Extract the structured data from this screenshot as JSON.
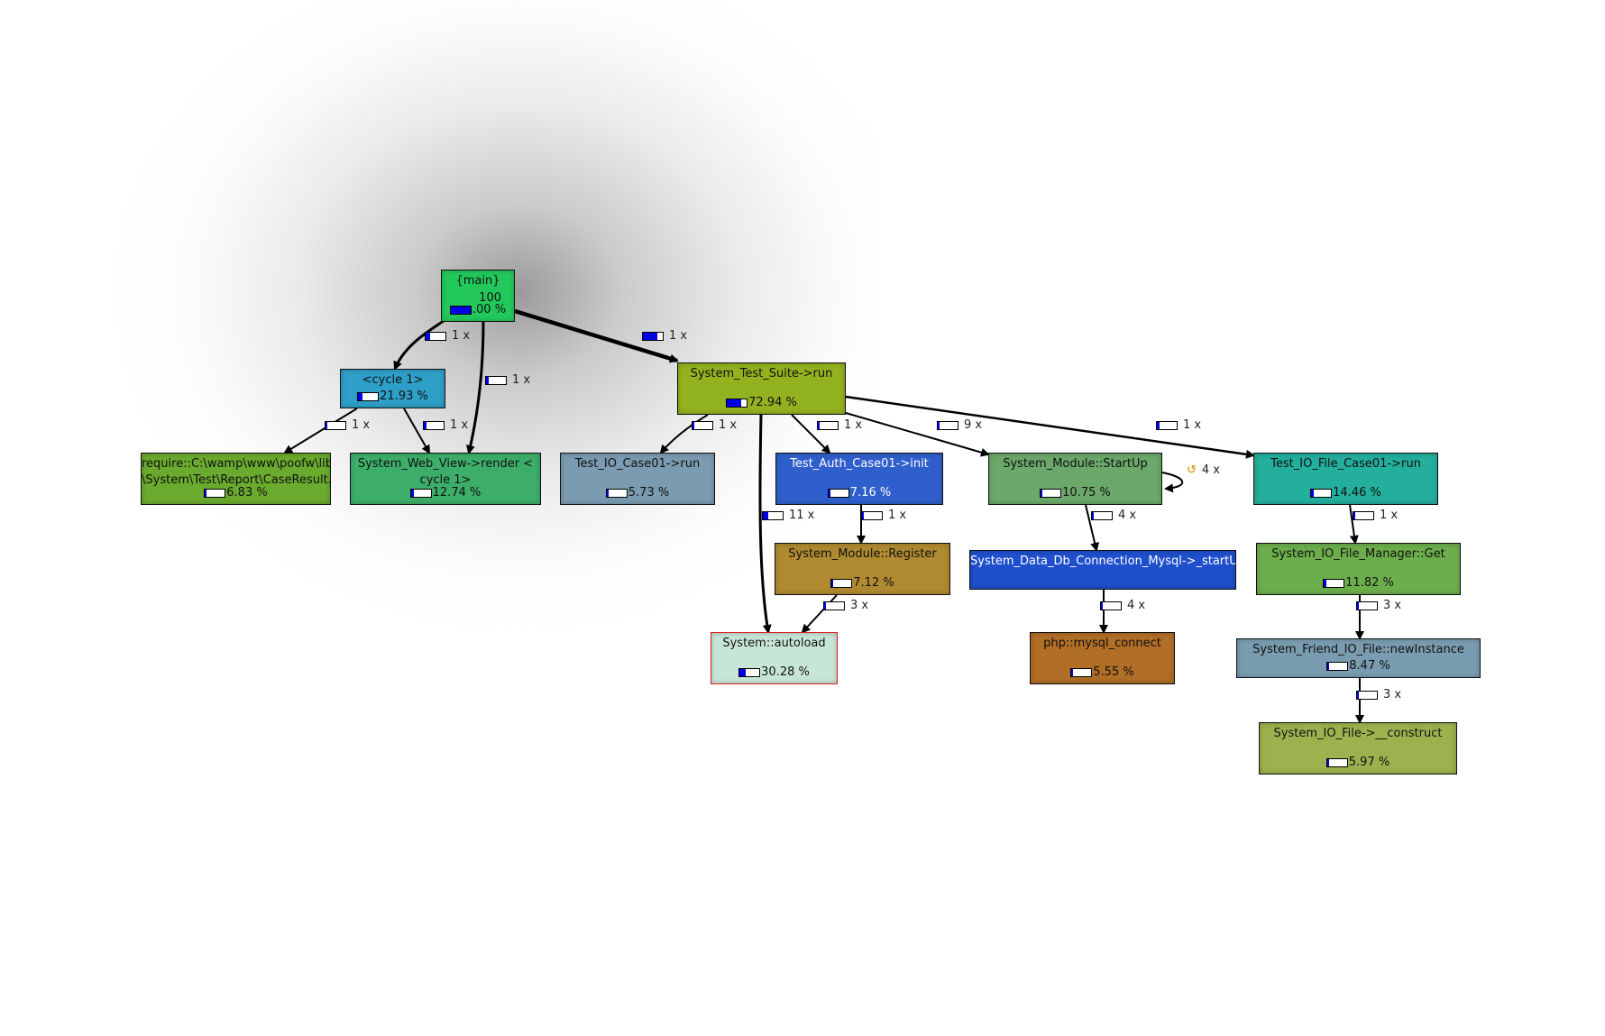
{
  "graph": {
    "nodes": [
      {
        "id": "main",
        "title": "{main}",
        "extra": "100",
        "pct_text": ".00 %",
        "fraction": 1.0,
        "color": "#22c95a"
      },
      {
        "id": "cycle1",
        "title": "<cycle 1>",
        "pct_text": "21.93 %",
        "fraction": 0.2193,
        "color": "#2e9fc8"
      },
      {
        "id": "require",
        "title": "require::C:\\wamp\\www\\poofw\\lib",
        "title2": "\\System\\Test\\Report\\CaseResult...",
        "pct_text": "6.83 %",
        "fraction": 0.0683,
        "color": "#6aaa2e"
      },
      {
        "id": "webview",
        "title": "System_Web_View->render  <",
        "title2": "cycle 1>",
        "pct_text": "12.74 %",
        "fraction": 0.1274,
        "color": "#3dae6a"
      },
      {
        "id": "suite",
        "title": "System_Test_Suite->run",
        "pct_text": "72.94 %",
        "fraction": 0.7294,
        "color": "#93b21f"
      },
      {
        "id": "iocase",
        "title": "Test_IO_Case01->run",
        "pct_text": "5.73 %",
        "fraction": 0.0573,
        "color": "#7a9bb0"
      },
      {
        "id": "auth",
        "title": "Test_Auth_Case01->init",
        "pct_text": "7.16 %",
        "fraction": 0.0716,
        "color": "#2f5fcc"
      },
      {
        "id": "startup",
        "title": "System_Module::StartUp",
        "pct_text": "10.75 %",
        "fraction": 0.1075,
        "color": "#6ba86a"
      },
      {
        "id": "iofilecase",
        "title": "Test_IO_File_Case01->run",
        "pct_text": "14.46 %",
        "fraction": 0.1446,
        "color": "#24ae9c"
      },
      {
        "id": "register",
        "title": "System_Module::Register",
        "pct_text": "7.12 %",
        "fraction": 0.0712,
        "color": "#b08a30"
      },
      {
        "id": "dbconn",
        "title": "System_Data_Db_Connection_Mysql->_startUp",
        "pct_text": "",
        "fraction": null,
        "color": "#1f4fcc"
      },
      {
        "id": "filemgr",
        "title": "System_IO_File_Manager::Get",
        "pct_text": "11.82 %",
        "fraction": 0.1182,
        "color": "#6dae4c"
      },
      {
        "id": "autoload",
        "title": "System::autoload",
        "pct_text": "30.28 %",
        "fraction": 0.3028,
        "color": "#c8e6d8",
        "border": "#dd2222"
      },
      {
        "id": "mysql",
        "title": "php::mysql_connect",
        "pct_text": "5.55 %",
        "fraction": 0.0555,
        "color": "#b06e26"
      },
      {
        "id": "newinst",
        "title": "System_Friend_IO_File::newInstance",
        "pct_text": "8.47 %",
        "fraction": 0.0847,
        "color": "#7a9cb0"
      },
      {
        "id": "construct",
        "title": "System_IO_File->__construct",
        "pct_text": "5.97 %",
        "fraction": 0.0597,
        "color": "#9cb24e"
      }
    ],
    "edges": [
      {
        "from": "main",
        "to": "cycle1",
        "label": "1 x",
        "fraction": 0.2193
      },
      {
        "from": "main",
        "to": "webview",
        "label": "1 x",
        "fraction": 0.12
      },
      {
        "from": "main",
        "to": "suite",
        "label": "1 x",
        "fraction": 0.7294
      },
      {
        "from": "cycle1",
        "to": "require",
        "label": "1 x",
        "fraction": 0.05
      },
      {
        "from": "cycle1",
        "to": "webview",
        "label": "1 x",
        "fraction": 0.12
      },
      {
        "from": "suite",
        "to": "iocase",
        "label": "1 x",
        "fraction": 0.05
      },
      {
        "from": "suite",
        "to": "autoload",
        "label": "11 x",
        "fraction": 0.25
      },
      {
        "from": "suite",
        "to": "auth",
        "label": "1 x",
        "fraction": 0.07
      },
      {
        "from": "suite",
        "to": "startup",
        "label": "9 x",
        "fraction": 0.1
      },
      {
        "from": "suite",
        "to": "iofilecase",
        "label": "1 x",
        "fraction": 0.14
      },
      {
        "from": "startup",
        "to": "startup",
        "label": "4 x",
        "fraction": 0.0
      },
      {
        "from": "auth",
        "to": "register",
        "label": "1 x",
        "fraction": 0.07
      },
      {
        "from": "startup",
        "to": "dbconn",
        "label": "4 x",
        "fraction": 0.08
      },
      {
        "from": "iofilecase",
        "to": "filemgr",
        "label": "1 x",
        "fraction": 0.11
      },
      {
        "from": "register",
        "to": "autoload",
        "label": "3 x",
        "fraction": 0.05
      },
      {
        "from": "dbconn",
        "to": "mysql",
        "label": "4 x",
        "fraction": 0.05
      },
      {
        "from": "filemgr",
        "to": "newinst",
        "label": "3 x",
        "fraction": 0.08
      },
      {
        "from": "newinst",
        "to": "construct",
        "label": "3 x",
        "fraction": 0.06
      }
    ]
  },
  "icons": {
    "self_loop": "recursion-arrow-icon"
  }
}
